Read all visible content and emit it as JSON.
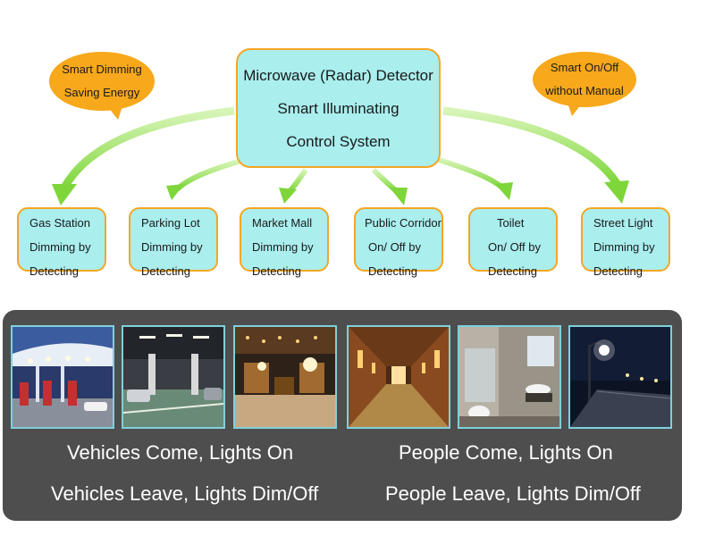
{
  "center": {
    "lines": [
      "Microwave (Radar) Detector",
      "Smart Illuminating",
      "Control System"
    ]
  },
  "bubble_left": {
    "lines": [
      "Smart Dimming",
      "Saving Energy"
    ]
  },
  "bubble_right": {
    "lines": [
      "Smart On/Off",
      "without Manual"
    ]
  },
  "nodes": [
    {
      "lines": [
        "Gas  Station",
        "Dimming by",
        "Detecting"
      ]
    },
    {
      "lines": [
        "Parking  Lot",
        "Dimming by",
        "Detecting"
      ]
    },
    {
      "lines": [
        "Market  Mall",
        "Dimming by",
        "Detecting"
      ]
    },
    {
      "lines": [
        "Public Corridor",
        "On/ Off by",
        "Detecting"
      ]
    },
    {
      "lines": [
        "Toilet",
        "On/ Off by",
        "Detecting"
      ]
    },
    {
      "lines": [
        "Street Light",
        "Dimming by",
        "Detecting"
      ]
    }
  ],
  "captions": {
    "vehicles_on": "Vehicles Come, Lights On",
    "vehicles_off": "Vehicles Leave, Lights Dim/Off",
    "people_on": "People Come, Lights On",
    "people_off": "People Leave, Lights Dim/Off"
  },
  "colors": {
    "box_fill": "#aaeeee",
    "box_border": "#f5a623",
    "bubble_fill": "#f7a81b",
    "arrow": "#8fe34a",
    "panel": "#4e4e4e"
  },
  "photos": [
    {
      "icon": "gas-station-photo"
    },
    {
      "icon": "parking-lot-photo"
    },
    {
      "icon": "market-mall-photo"
    },
    {
      "icon": "public-corridor-photo"
    },
    {
      "icon": "toilet-photo"
    },
    {
      "icon": "street-light-photo"
    }
  ]
}
